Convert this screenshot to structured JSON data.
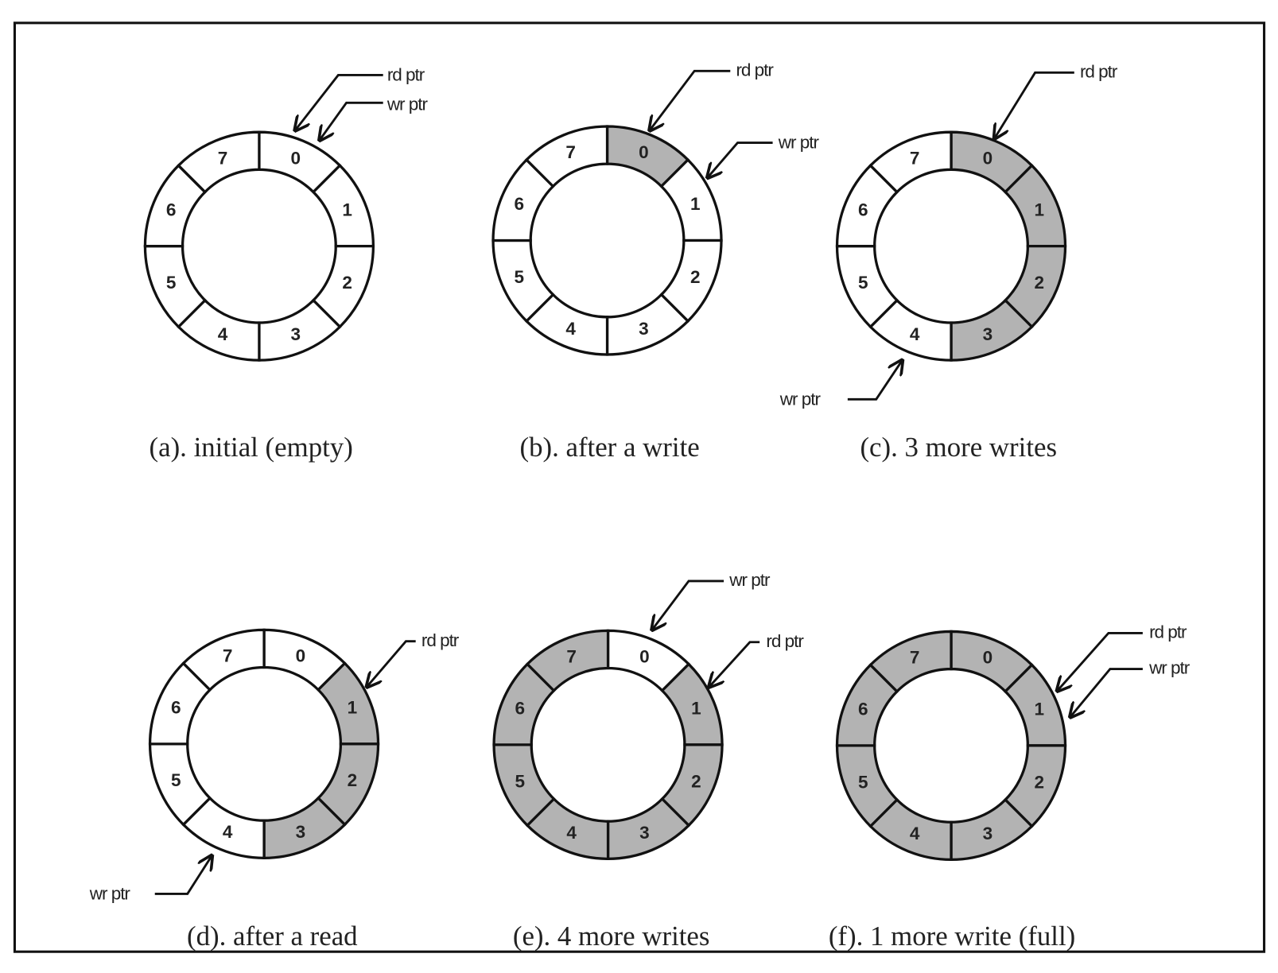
{
  "colors": {
    "filled": "#b3b3b3",
    "empty": "#ffffff",
    "line": "#111111"
  },
  "cell_labels": [
    "0",
    "1",
    "2",
    "3",
    "4",
    "5",
    "6",
    "7"
  ],
  "panels": [
    {
      "id": "a",
      "caption": "(a). initial (empty)",
      "filled": [],
      "pointers": [
        {
          "label": "rd ptr",
          "slot": 0
        },
        {
          "label": "wr ptr",
          "slot": 0
        }
      ]
    },
    {
      "id": "b",
      "caption": "(b). after a write",
      "filled": [
        0
      ],
      "pointers": [
        {
          "label": "rd ptr",
          "slot": 0
        },
        {
          "label": "wr ptr",
          "slot": 1
        }
      ]
    },
    {
      "id": "c",
      "caption": "(c). 3 more writes",
      "filled": [
        0,
        1,
        2,
        3
      ],
      "pointers": [
        {
          "label": "rd ptr",
          "slot": 0
        },
        {
          "label": "wr ptr",
          "slot": 4
        }
      ]
    },
    {
      "id": "d",
      "caption": "(d). after a read",
      "filled": [
        1,
        2,
        3
      ],
      "pointers": [
        {
          "label": "rd ptr",
          "slot": 1
        },
        {
          "label": "wr ptr",
          "slot": 4
        }
      ]
    },
    {
      "id": "e",
      "caption": "(e). 4 more writes",
      "filled": [
        1,
        2,
        3,
        4,
        5,
        6,
        7
      ],
      "pointers": [
        {
          "label": "wr ptr",
          "slot": 0
        },
        {
          "label": "rd ptr",
          "slot": 1
        }
      ]
    },
    {
      "id": "f",
      "caption": "(f). 1 more write (full)",
      "filled": [
        0,
        1,
        2,
        3,
        4,
        5,
        6,
        7
      ],
      "pointers": [
        {
          "label": "rd ptr",
          "slot": 1
        },
        {
          "label": "wr ptr",
          "slot": 1
        }
      ]
    }
  ]
}
